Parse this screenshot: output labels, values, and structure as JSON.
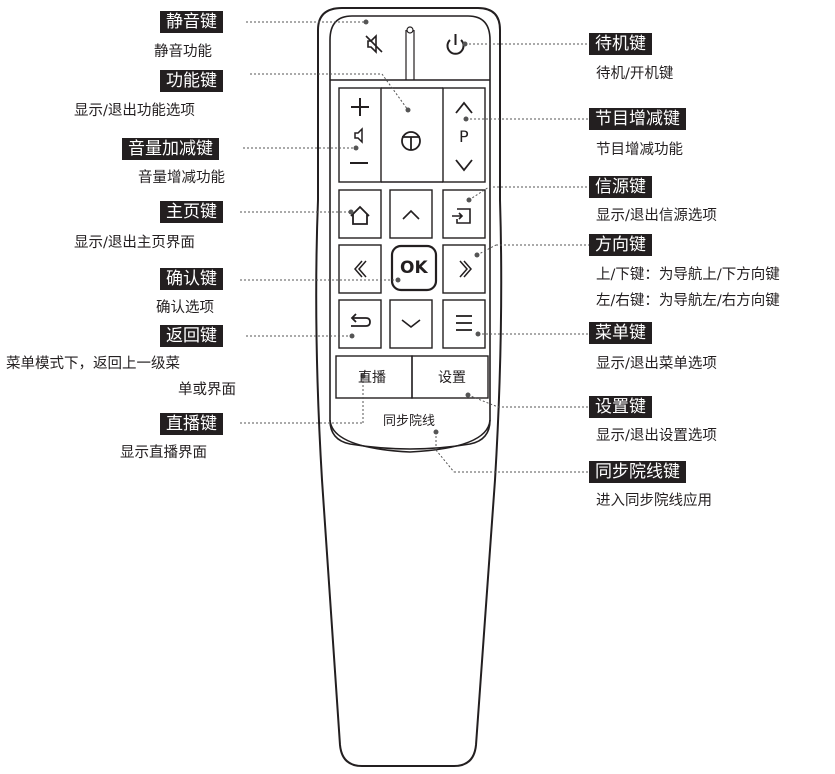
{
  "labels": {
    "mute": {
      "title": "静音键",
      "desc": "静音功能"
    },
    "function": {
      "title": "功能键",
      "desc": "显示/退出功能选项"
    },
    "volume": {
      "title": "音量加减键",
      "desc": "音量增减功能"
    },
    "home": {
      "title": "主页键",
      "desc": "显示/退出主页界面"
    },
    "ok": {
      "title": "确认键",
      "desc": "确认选项"
    },
    "back": {
      "title": "返回键",
      "desc_line1": "菜单模式下，返回上一级菜",
      "desc_line2": "单或界面"
    },
    "live": {
      "title": "直播键",
      "desc": "显示直播界面"
    },
    "power": {
      "title": "待机键",
      "desc": "待机/开机键"
    },
    "program": {
      "title": "节目增减键",
      "desc": "节目增减功能"
    },
    "source": {
      "title": "信源键",
      "desc": "显示/退出信源选项"
    },
    "direction": {
      "title": "方向键",
      "desc_line1": "上/下键：为导航上/下方向键",
      "desc_line2": "左/右键：为导航左/右方向键"
    },
    "menu": {
      "title": "菜单键",
      "desc": "显示/退出菜单选项"
    },
    "settings": {
      "title": "设置键",
      "desc": "显示/退出设置选项"
    },
    "sync": {
      "title": "同步院线键",
      "desc": "进入同步院线应用"
    }
  },
  "remote": {
    "ok_label": "OK",
    "program_label": "P",
    "live_label": "直播",
    "settings_label": "设置",
    "sync_label": "同步院线"
  }
}
